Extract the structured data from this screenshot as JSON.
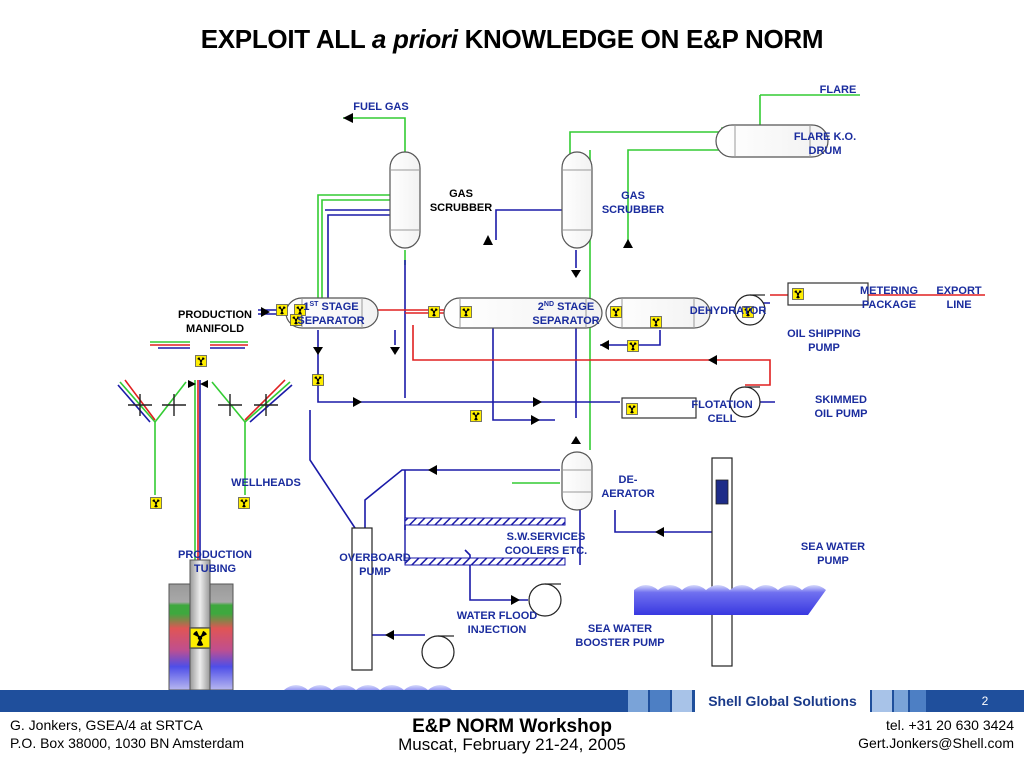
{
  "title": {
    "pre": "EXPLOIT ALL ",
    "italic": "a priori",
    "post": " KNOWLEDGE ON E&P NORM"
  },
  "labels": {
    "flare": "FLARE",
    "fuel_gas": "FUEL GAS",
    "flare_ko_1": "FLARE K.O.",
    "flare_ko_2": "DRUM",
    "gas_scrubber1_1": "GAS",
    "gas_scrubber1_2": "SCRUBBER",
    "gas_scrubber2_1": "GAS",
    "gas_scrubber2_2": "SCRUBBER",
    "production_manifold_1": "PRODUCTION",
    "production_manifold_2": "MANIFOLD",
    "first_stage_1a": "1",
    "first_stage_sup": "ST",
    "first_stage_1b": " STAGE",
    "first_stage_2": "SEPARATOR",
    "second_stage_1a": "2",
    "second_stage_sup": "ND",
    "second_stage_1b": " STAGE",
    "second_stage_2": "SEPARATOR",
    "dehydrator": "DEHYDRATOR",
    "metering_1": "METERING",
    "metering_2": "PACKAGE",
    "export_1": "EXPORT",
    "export_2": "LINE",
    "oil_shipping_1": "OIL SHIPPING",
    "oil_shipping_2": "PUMP",
    "skimmed_1": "SKIMMED",
    "skimmed_2": "OIL PUMP",
    "flotation_1": "FLOTATION",
    "flotation_2": "CELL",
    "wellheads": "WELLHEADS",
    "deaerator_1": "DE-",
    "deaerator_2": "AERATOR",
    "sw_services_1": "S.W.SERVICES",
    "sw_services_2": "COOLERS ETC.",
    "sea_water_pump_1": "SEA WATER",
    "sea_water_pump_2": "PUMP",
    "production_tubing_1": "PRODUCTION",
    "production_tubing_2": "TUBING",
    "overboard_1": "OVERBOARD",
    "overboard_2": "PUMP",
    "water_flood_1": "WATER FLOOD",
    "water_flood_2": "INJECTION",
    "booster_1": "SEA WATER",
    "booster_2": "BOOSTER PUMP"
  },
  "footer": {
    "brand": "Shell Global Solutions",
    "page": "2",
    "left_1": "G. Jonkers, GSEA/4 at SRTCA",
    "left_2": "P.O. Box 38000, 1030 BN Amsterdam",
    "center_1": "E&P NORM Workshop",
    "center_2": "Muscat, February 21-24, 2005",
    "right_1": "tel. +31 20 630 3424",
    "right_2": "Gert.Jonkers@Shell.com"
  },
  "colors": {
    "gas_line": "#33cc33",
    "oil_line": "#1a1aa8",
    "export_line": "#e02020",
    "label_blue": "#1a2c9e",
    "footer_band": "#1f4f9c",
    "norm_marker": "#ffee00",
    "sea_water": "#3a3ae8"
  },
  "icons": {
    "norm_marker": "radiation-trefoil-icon",
    "flow_arrow": "flow-arrow-icon"
  }
}
